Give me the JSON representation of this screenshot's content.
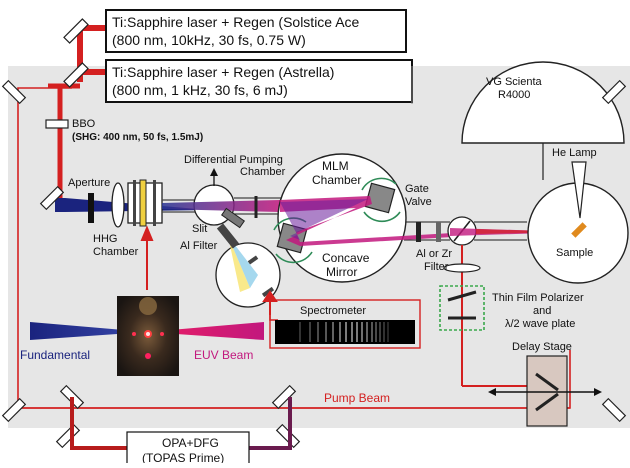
{
  "lasers": {
    "solstice_name": "Ti:Sapphire laser + Regen (Solstice Ace",
    "solstice_specs": "(800 nm, 10kHz, 30 fs, 0.75 W)",
    "astrella_name": "Ti:Sapphire laser + Regen (Astrella)",
    "astrella_specs": "(800 nm, 1 kHz, 30 fs, 6 mJ)"
  },
  "bbo": {
    "name": "BBO",
    "specs": "(SHG: 400 nm, 50 fs, 1.5mJ)"
  },
  "components": {
    "aperture": "Aperture",
    "hhg_line1": "HHG",
    "hhg_line2": "Chamber",
    "diff_line1": "Differential Pumping",
    "diff_line2": "Chamber",
    "slit": "Slit",
    "al_filter": "Al Filter",
    "mlm_line1": "MLM",
    "mlm_line2": "Chamber",
    "concave_line1": "Concave",
    "concave_line2": "Mirror",
    "gate_line1": "Gate",
    "gate_line2": "Valve",
    "alzr_line1": "Al or Zr",
    "alzr_line2": "Filter",
    "analyzer_line1": "VG Scienta",
    "analyzer_line2": "R4000",
    "he_lamp": "He Lamp",
    "sample": "Sample",
    "tfp_line1": "Thin Film Polarizer",
    "tfp_line2": "and",
    "tfp_line3": "λ/2 wave plate",
    "spectrometer": "Spectrometer",
    "fundamental": "Fundamental",
    "euv_beam": "EUV Beam",
    "delay_stage": "Delay Stage",
    "pump_beam": "Pump Beam",
    "opa_line1": "OPA+DFG",
    "opa_line2": "(TOPAS Prime)"
  },
  "colors": {
    "beam_red": "#d42020",
    "beam_blue": "#1a237e",
    "beam_magenta": "#c2187e",
    "beam_purple": "#6a1b9a",
    "panel": "#e6e6e6",
    "dash_green": "#3aa84b"
  }
}
